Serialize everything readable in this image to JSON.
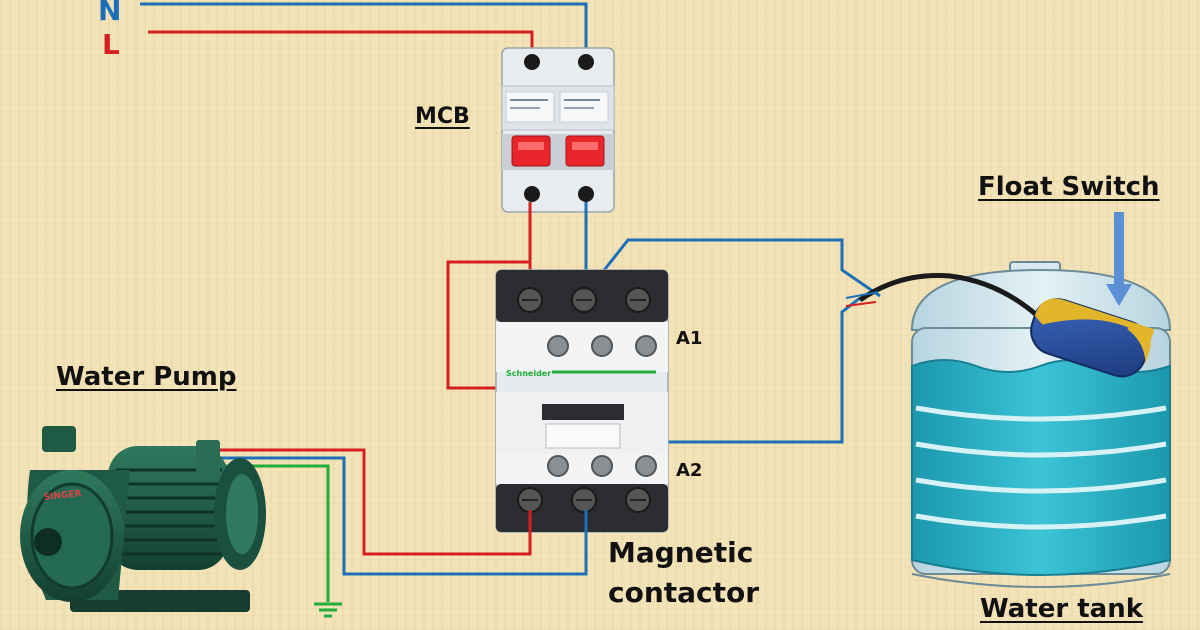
{
  "labels": {
    "neutral": "N",
    "line": "L",
    "mcb": "MCB",
    "float_switch": "Float Switch",
    "water_pump": "Water Pump",
    "a1": "A1",
    "a2": "A2",
    "magnetic_contactor_line1": "Magnetic",
    "magnetic_contactor_line2": "contactor",
    "water_tank": "Water tank"
  },
  "device_marks": {
    "contactor_brand": "Schneider",
    "pump_brand": "SINGER"
  },
  "colors": {
    "live_wire": "#d42020",
    "neutral_wire": "#1e6fb8",
    "earth_wire": "#1fae3a",
    "water": "#2ab3c6",
    "float_body": "#2a4f9e",
    "float_cap": "#e2b52a",
    "pump_body": "#1f5a45",
    "mcb_handle": "#e8252b"
  }
}
